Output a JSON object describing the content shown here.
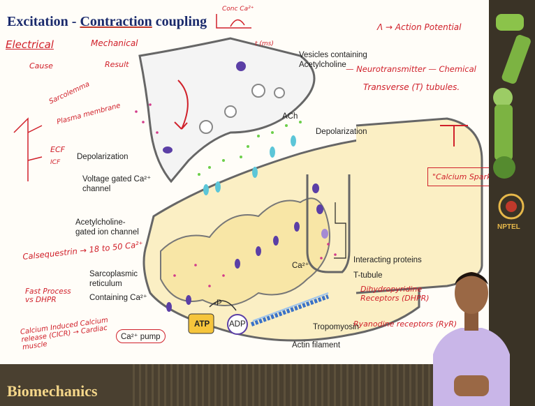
{
  "title": {
    "part1": "Excitation - ",
    "part2": "Contraction",
    "part3": " coupling"
  },
  "footer": {
    "title": "Biomechanics"
  },
  "logo": {
    "text": "NPTEL"
  },
  "labels": {
    "vesicles": "Vesicles containing Acetylcholine",
    "ach": "ACh",
    "depolarization_top": "Depolarization",
    "depolarization_left": "Depolarization",
    "voltage_gated": "Voltage gated Ca²⁺ channel",
    "ach_gated": "Acetylcholine-gated ion channel",
    "sr": "Sarcoplasmic reticulum",
    "containing": "Containing Ca²⁺",
    "ca2_mid": "Ca²⁺",
    "interacting": "Interacting proteins",
    "t_tubule": "T-tubule",
    "tropomyosin": "Tropomyosin",
    "actin": "Actin filament",
    "ca_pump": "Ca²⁺ pump",
    "atp": "ATP",
    "adp": "ADP",
    "p": "-P"
  },
  "handwriting": {
    "electrical": "Electrical",
    "mechanical": "Mechanical",
    "cause": "Cause",
    "result": "Result",
    "action_potential": "Λ → Action Potential",
    "neuro": "— Neurotransmitter — Chemical",
    "transverse": "Transverse (T) tubules.",
    "calcium_spark": "\"Calcium Spark\"",
    "calsequestrin": "Calsequestrin → 18 to 50 Ca²⁺",
    "fast_process": "Fast Process vs DHPR",
    "cicr": "Calcium Induced Calcium release (CICR) → Cardiac muscle",
    "dhpr": "Dihydropyridine Receptors (DHPR)",
    "ryanodine": "Ryanodine receptors (RyR)",
    "sarcolemma": "Sarcolemma",
    "plasma": "Plasma membrane",
    "ecf": "ECF",
    "icf": "ICF",
    "axis_y": "Conc Ca²⁺",
    "axis_x": "t (ms)"
  }
}
